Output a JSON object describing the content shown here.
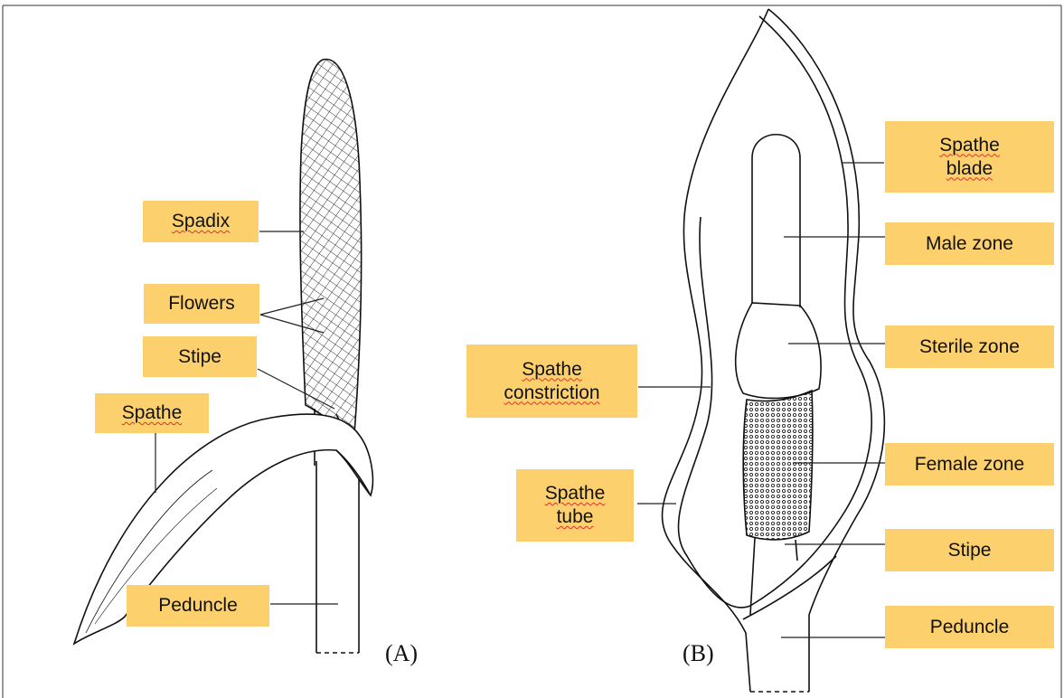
{
  "panel_a": {
    "caption": "(A)",
    "labels": {
      "spadix": "Spadix",
      "flowers": "Flowers",
      "stipe": "Stipe",
      "spathe": "Spathe",
      "peduncle": "Peduncle"
    }
  },
  "panel_b": {
    "caption": "(B)",
    "labels": {
      "spathe_blade": "Spathe\nblade",
      "male_zone": "Male zone",
      "sterile_zone": "Sterile zone",
      "spathe_constriction": "Spathe\nconstriction",
      "female_zone": "Female zone",
      "spathe_tube": "Spathe\ntube",
      "stipe": "Stipe",
      "peduncle": "Peduncle"
    }
  },
  "colors": {
    "label_bg": "#fcd06d",
    "line": "#222222",
    "spellcheck": "#e0302a"
  }
}
